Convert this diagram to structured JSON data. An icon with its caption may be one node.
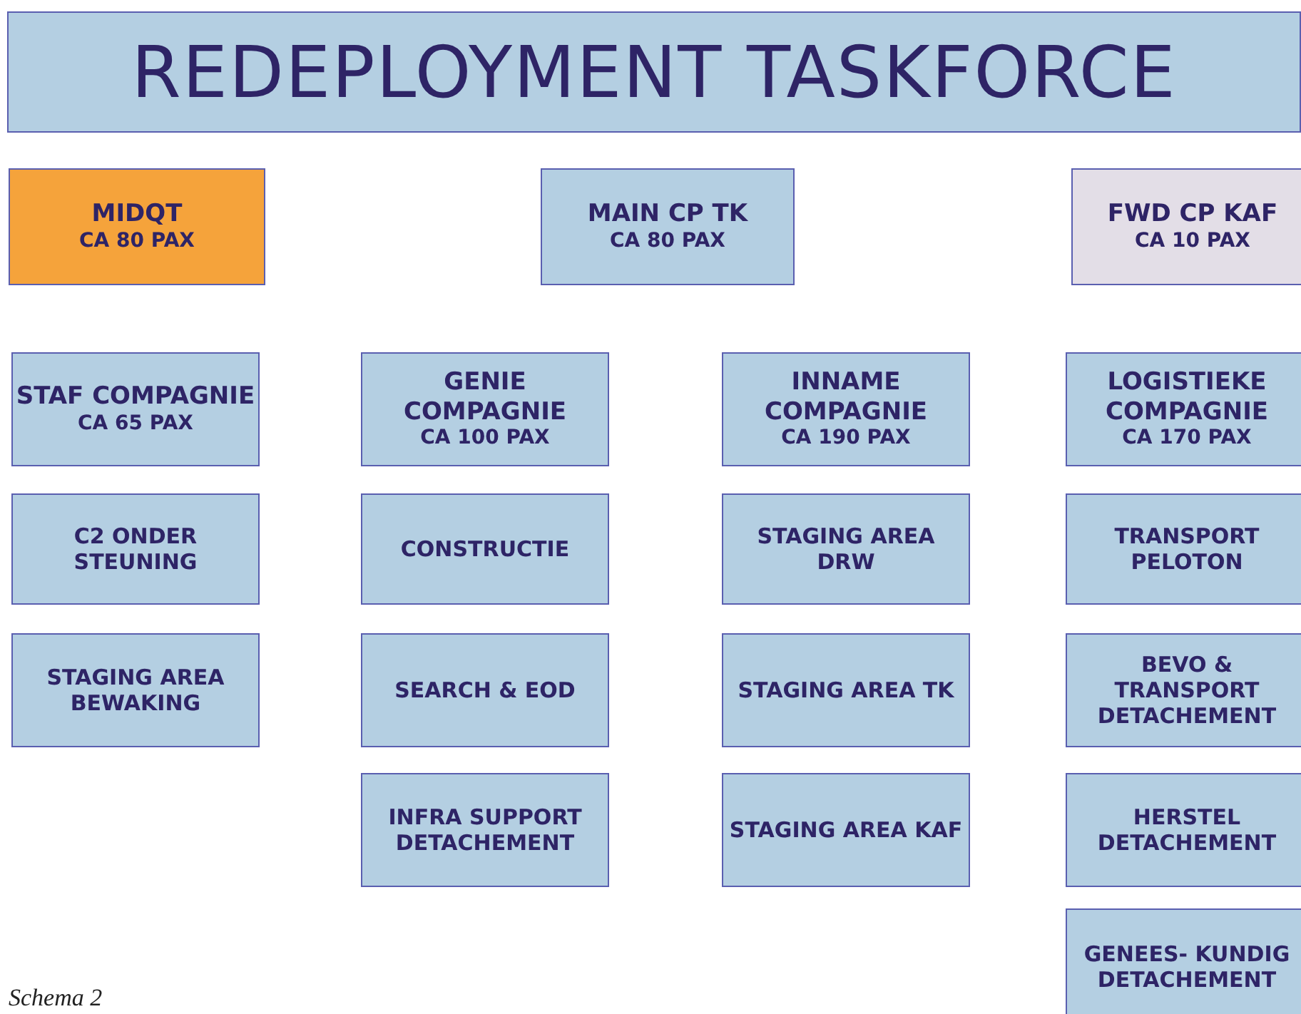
{
  "diagram": {
    "caption": "Schema 2",
    "nodes": [
      {
        "text": [
          "REDEPLOYMENT TASKFORCE"
        ]
      },
      {
        "text": [
          "MIDQT",
          "CA 80 PAX"
        ]
      },
      {
        "text": [
          "MAIN CP TK",
          "CA 80 PAX"
        ]
      },
      {
        "text": [
          "FWD CP KAF",
          "CA 10 PAX"
        ]
      },
      {
        "text": [
          "STAF COMPAGNIE",
          "CA 65 PAX"
        ]
      },
      {
        "text": [
          "GENIE COMPAGNIE",
          "CA 100 PAX"
        ]
      },
      {
        "text": [
          "INNAME COMPAGNIE",
          "CA 190 PAX"
        ]
      },
      {
        "text": [
          "LOGISTIEKE COMPAGNIE",
          "CA 170 PAX"
        ]
      },
      {
        "text": [
          "C2 ONDER STEUNING"
        ]
      },
      {
        "text": [
          "CONSTRUCTIE"
        ]
      },
      {
        "text": [
          "STAGING AREA DRW"
        ]
      },
      {
        "text": [
          "TRANSPORT PELOTON"
        ]
      },
      {
        "text": [
          "STAGING AREA BEWAKING"
        ]
      },
      {
        "text": [
          "SEARCH & EOD"
        ]
      },
      {
        "text": [
          "STAGING AREA TK"
        ]
      },
      {
        "text": [
          "BEVO & TRANSPORT DETACHEMENT"
        ]
      },
      {
        "text": [
          "INFRA SUPPORT DETACHEMENT"
        ]
      },
      {
        "text": [
          "STAGING AREA KAF"
        ]
      },
      {
        "text": [
          "HERSTEL DETACHEMENT"
        ]
      },
      {
        "text": [
          "GENEES- KUNDIG DETACHEMENT"
        ]
      }
    ],
    "edges": []
  }
}
